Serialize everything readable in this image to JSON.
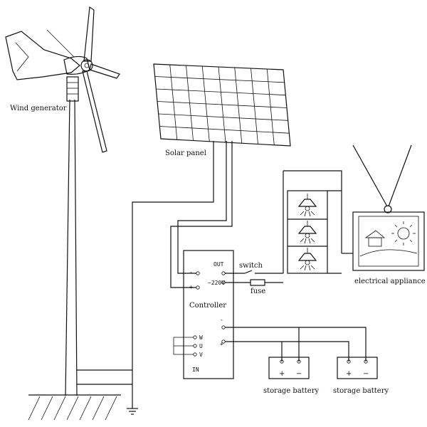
{
  "labels": {
    "wind_generator": "Wind generator",
    "solar_panel": "Solar panel",
    "controller": "Controller",
    "switch": "switch",
    "fuse": "fuse",
    "electrical_appliance": "electrical appliance",
    "storage_battery_1": "storage battery",
    "storage_battery_2": "storage battery"
  },
  "terminals": {
    "solar_minus": "-",
    "solar_plus": "+",
    "out": "OUT",
    "ac_220v": "~220V",
    "batt_minus": "-",
    "batt_plus": "+",
    "w": "W",
    "u": "U",
    "v": "V",
    "in": "IN"
  },
  "battery_terminals": {
    "b1_plus": "+",
    "b1_minus": "−",
    "b2_plus": "+",
    "b2_minus": "−"
  }
}
